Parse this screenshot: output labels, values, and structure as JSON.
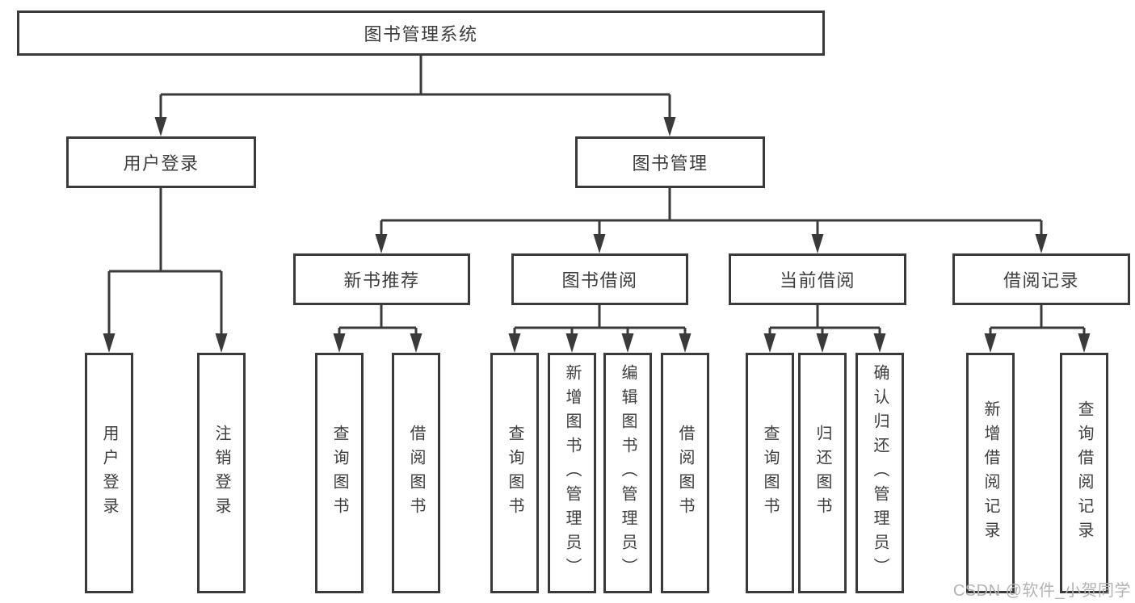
{
  "watermark": "CSDN @软件_小贺同学",
  "colors": {
    "line": "#3a3a3a",
    "border": "#3a3a3a",
    "text": "#3d3d3d",
    "watermark": "#b3b3b3",
    "background": "#ffffff"
  },
  "nodes": {
    "root": "图书管理系统",
    "user_login": "用户登录",
    "book_mgmt": "图书管理",
    "new_books": "新书推荐",
    "book_borrow": "图书借阅",
    "current_borrow": "当前借阅",
    "borrow_records": "借阅记录",
    "ul_login": "用户登录",
    "ul_logout": "注销登录",
    "nb_query": "查询图书",
    "nb_borrow": "借阅图书",
    "bb_query": "查询图书",
    "bb_add": "新增图书（管理员）",
    "bb_edit": "编辑图书（管理员）",
    "bb_borrow": "借阅图书",
    "cb_query": "查询图书",
    "cb_return": "归还图书",
    "cb_confirm": "确认归还（管理员）",
    "br_add": "新增借阅记录",
    "br_query": "查询借阅记录"
  }
}
